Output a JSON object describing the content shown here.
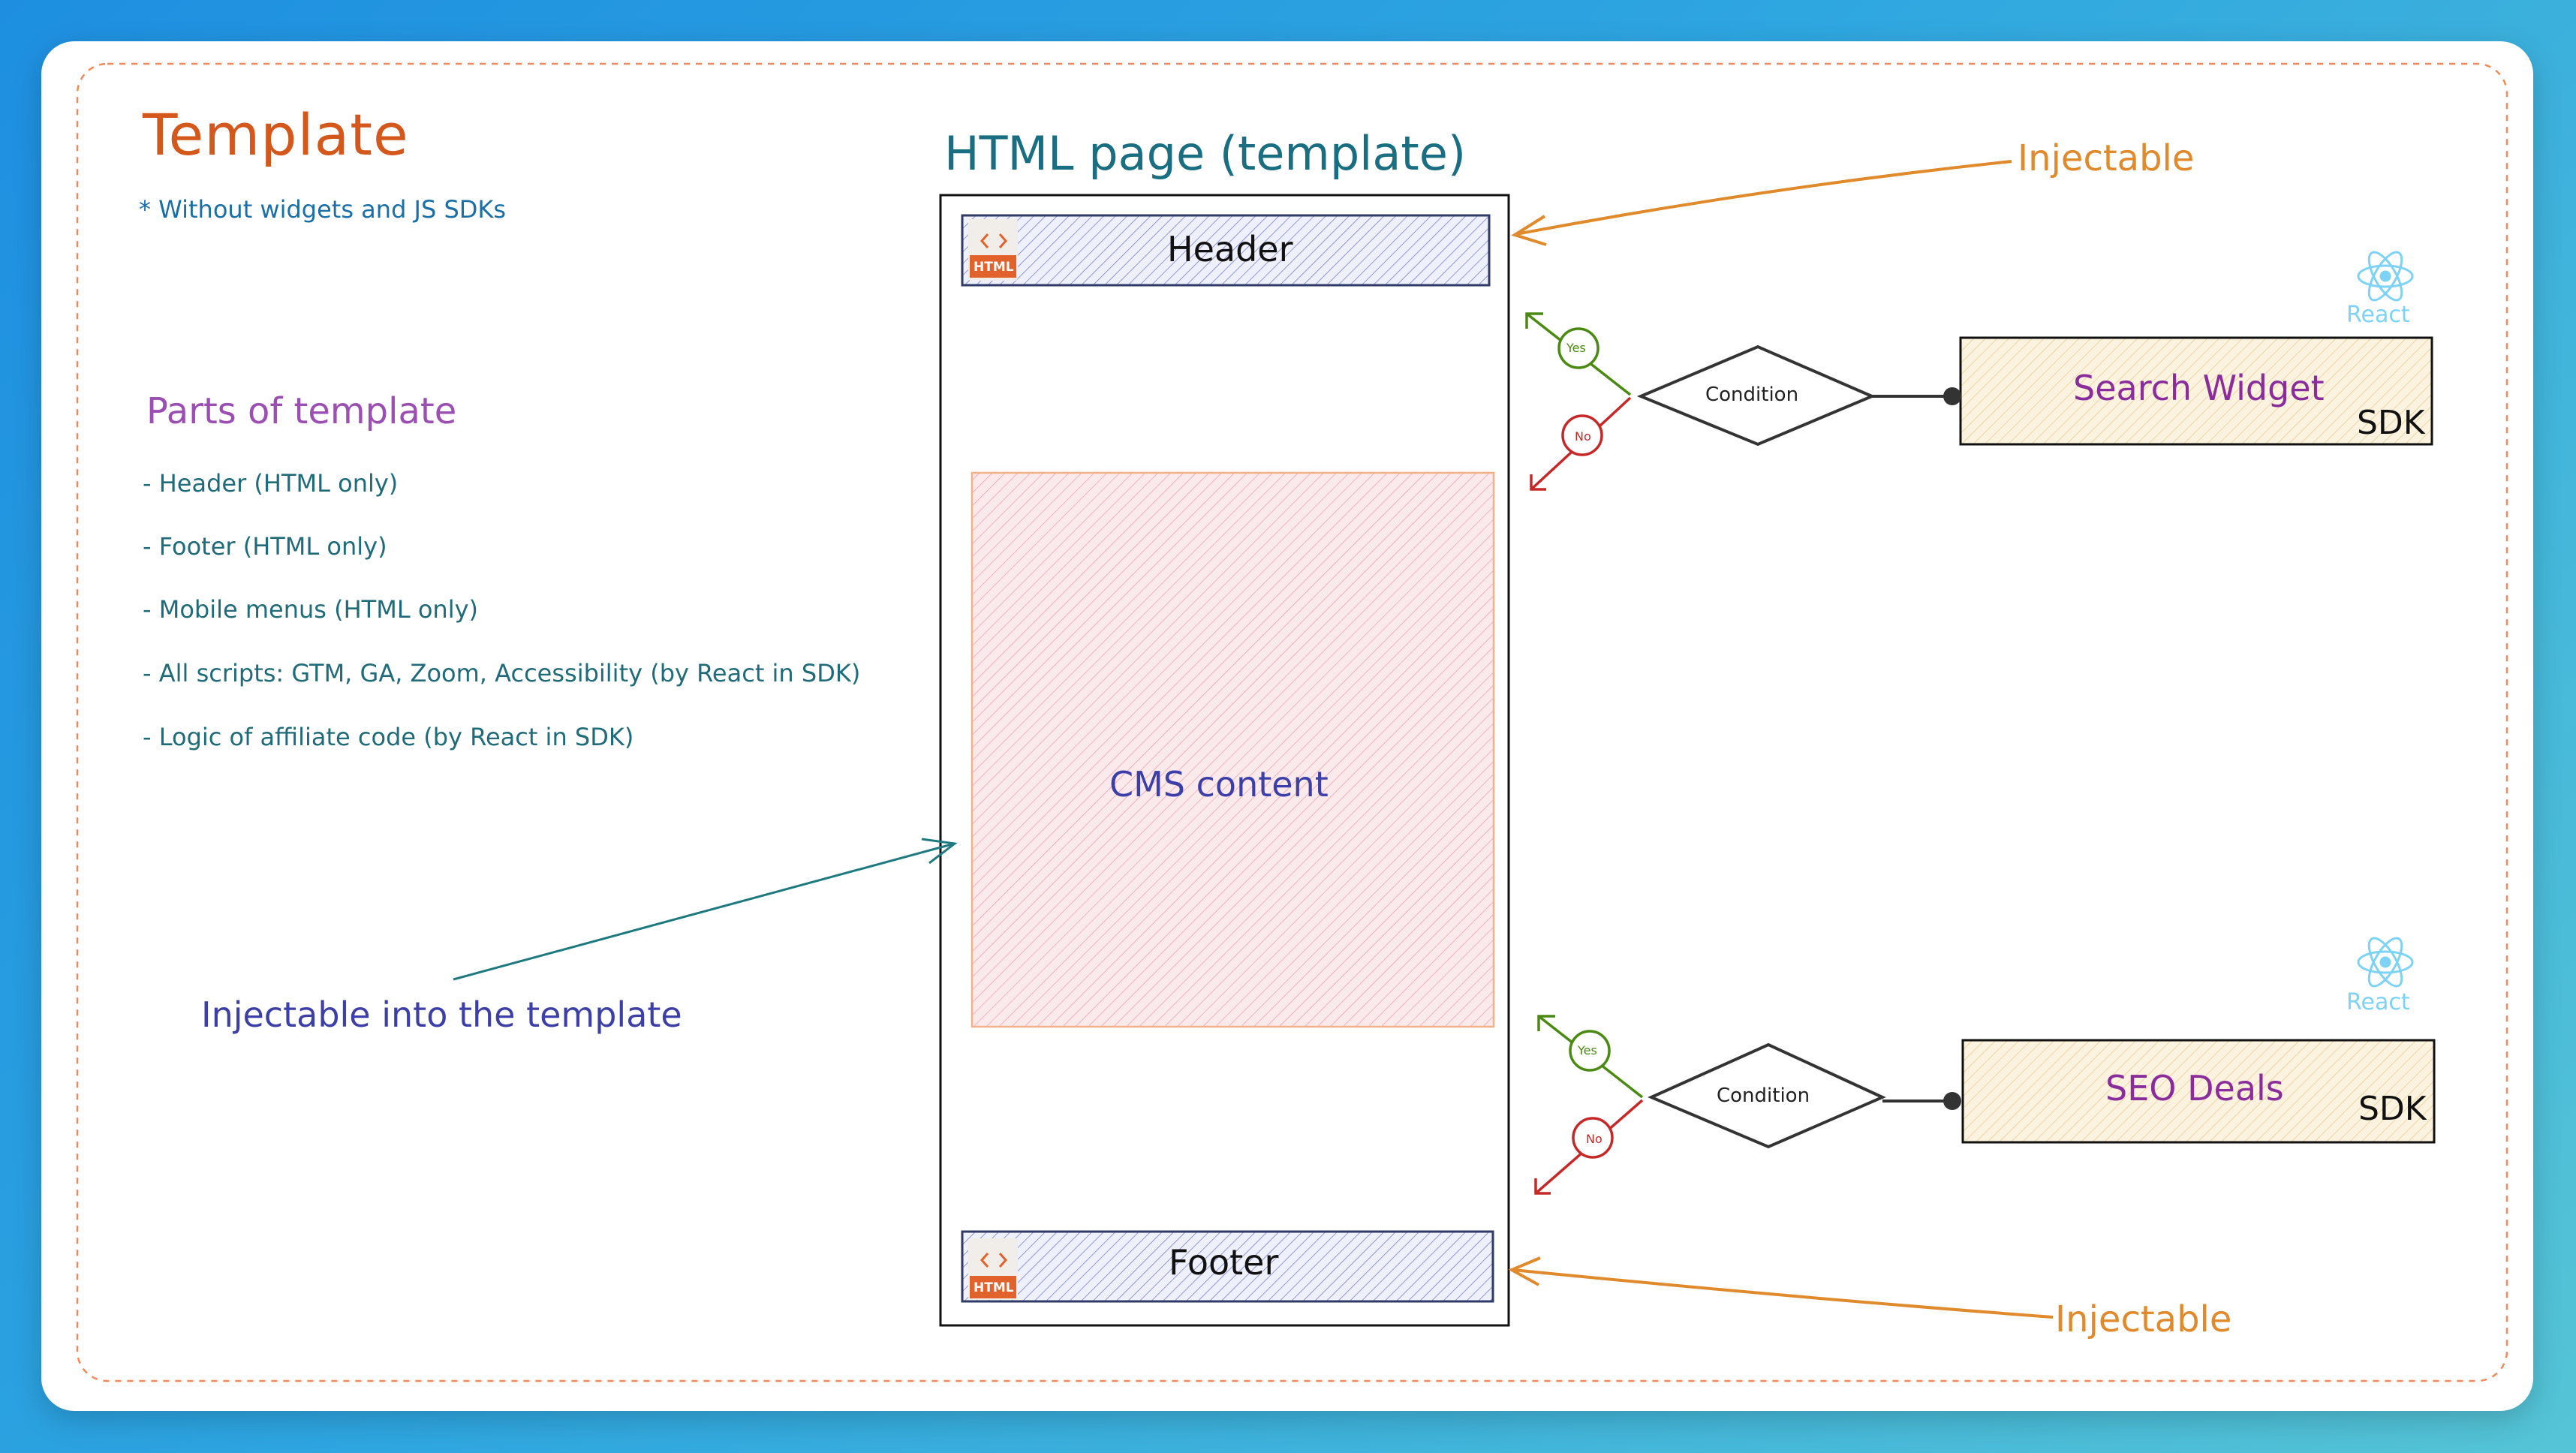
{
  "template": {
    "title": "Template",
    "subtitle": "* Without widgets and JS SDKs",
    "parts_title": "Parts of template",
    "parts": [
      "- Header (HTML only)",
      "- Footer (HTML only)",
      "- Mobile menus (HTML only)",
      "- All scripts: GTM, GA, Zoom, Accessibility (by React in SDK)",
      "- Logic of affiliate code (by React in SDK)"
    ]
  },
  "page": {
    "title": "HTML page (template)",
    "header_label": "Header",
    "footer_label": "Footer",
    "cms_label": "CMS content",
    "html_badge": "HTML"
  },
  "annotations": {
    "injectable_into_template": "Injectable into the template",
    "injectable_top": "Injectable",
    "injectable_bottom": "Injectable"
  },
  "widgets": [
    {
      "name": "Search Widget",
      "sdk": "SDK",
      "framework": "React",
      "condition": "Condition",
      "yes": "Yes",
      "no": "No"
    },
    {
      "name": "SEO Deals",
      "sdk": "SDK",
      "framework": "React",
      "condition": "Condition",
      "yes": "Yes",
      "no": "No"
    }
  ],
  "colors": {
    "template_title": "#d4571c",
    "parts_title": "#9b4fb3",
    "page_title": "#1a6e82",
    "injectable": "#e08a2c",
    "yes": "#4a8a12",
    "no": "#c62828",
    "widget_label": "#8a2c9c",
    "react": "#7dd3f5"
  }
}
